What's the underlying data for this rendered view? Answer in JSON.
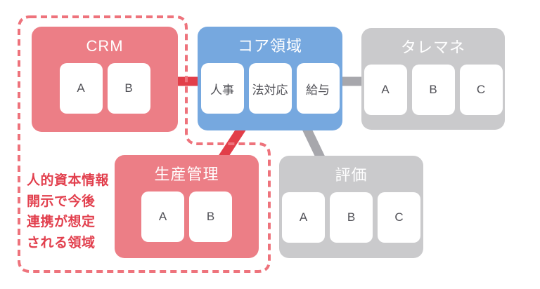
{
  "colors": {
    "red_box": "#EC7E86",
    "red_solid": "#E23E49",
    "red_dashed": "#EE737C",
    "red_text": "#E2404E",
    "blue_box": "#76A8DF",
    "gray_box": "#CACACC",
    "gray_connector": "#A7A7AC",
    "item_text": "#515157",
    "title_text": "#FFFFFF"
  },
  "groups": [
    {
      "id": "crm",
      "title": "CRM",
      "items": [
        "A",
        "B"
      ]
    },
    {
      "id": "core",
      "title": "コア領域",
      "items": [
        "人事",
        "法対応",
        "給与"
      ]
    },
    {
      "id": "talent",
      "title": "タレマネ",
      "items": [
        "A",
        "B",
        "C"
      ]
    },
    {
      "id": "production",
      "title": "生産管理",
      "items": [
        "A",
        "B"
      ]
    },
    {
      "id": "evaluation",
      "title": "評価",
      "items": [
        "A",
        "B",
        "C"
      ]
    }
  ],
  "annotation": {
    "lines": [
      "人的資本情報",
      "開示で今後",
      "連携が想定",
      "される領域"
    ]
  }
}
